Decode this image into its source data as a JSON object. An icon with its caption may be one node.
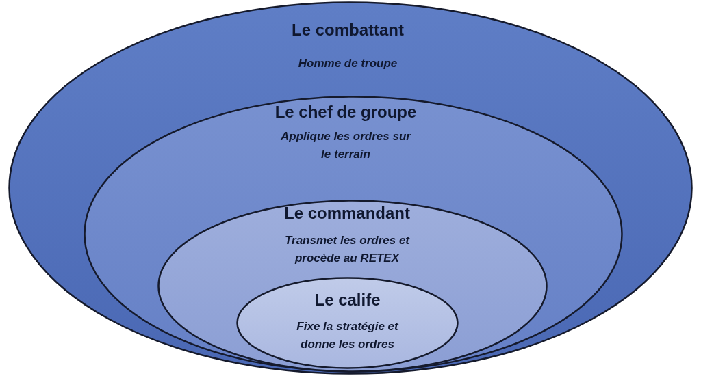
{
  "diagram": {
    "nodes": [
      {
        "text": [
          "Le combattant",
          "Homme de troupe"
        ]
      },
      {
        "text": [
          "Le chef de groupe",
          "Applique les ordres sur le terrain"
        ],
        "in": 0
      },
      {
        "text": [
          "Le commandant",
          "Transmet les ordres et procède au RETEX"
        ],
        "in": 1
      },
      {
        "text": [
          "Le calife",
          "Fixe la stratégie et donne les ordres"
        ],
        "in": 2
      }
    ]
  }
}
